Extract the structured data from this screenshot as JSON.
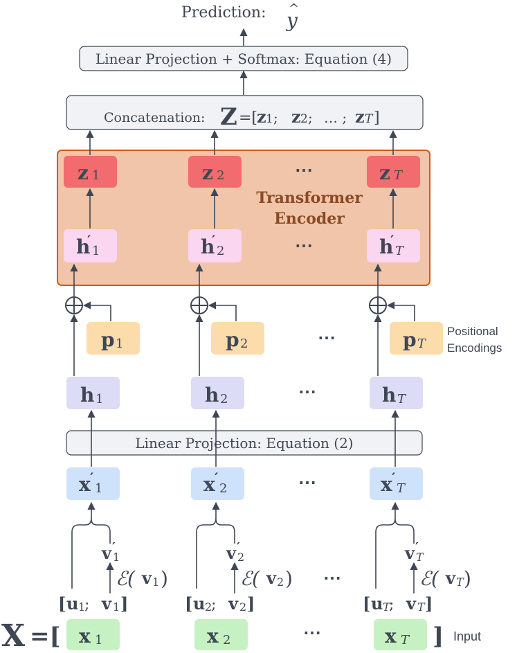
{
  "prediction": {
    "label": "Prediction:",
    "symbol": "y",
    "hat": "^"
  },
  "softmax_box": {
    "label": "Linear Projection + Softmax: Equation (4)"
  },
  "concat_box": {
    "label": "Concatenation:",
    "Z": "Z",
    "eq": "=[",
    "z": "z",
    "sep": ";",
    "ellipsis": "… ;",
    "close": "]",
    "subs": [
      "1",
      "2",
      "T"
    ]
  },
  "transformer": {
    "title_line1": "Transformer",
    "title_line2": "Encoder"
  },
  "z_boxes": [
    {
      "letter": "z",
      "sub": "1"
    },
    {
      "letter": "z",
      "sub": "2"
    },
    {
      "letter": "z",
      "sub": "T"
    }
  ],
  "hp_boxes": [
    {
      "letter": "h",
      "prime": "′",
      "sub": "1"
    },
    {
      "letter": "h",
      "prime": "′",
      "sub": "2"
    },
    {
      "letter": "h",
      "prime": "′",
      "sub": "T"
    }
  ],
  "p_boxes": [
    {
      "letter": "p",
      "sub": "1"
    },
    {
      "letter": "p",
      "sub": "2"
    },
    {
      "letter": "p",
      "sub": "T"
    }
  ],
  "positional_label": {
    "line1": "Positional",
    "line2": "Encodings"
  },
  "h_boxes": [
    {
      "letter": "h",
      "sub": "1"
    },
    {
      "letter": "h",
      "sub": "2"
    },
    {
      "letter": "h",
      "sub": "T"
    }
  ],
  "linear_box": {
    "label": "Linear Projection: Equation (2)"
  },
  "xp_boxes": [
    {
      "letter": "x",
      "prime": "′",
      "sub": "1"
    },
    {
      "letter": "x",
      "prime": "′",
      "sub": "2"
    },
    {
      "letter": "x",
      "prime": "′",
      "sub": "T"
    }
  ],
  "vprime": [
    {
      "letter": "v",
      "prime": "′",
      "sub": "1"
    },
    {
      "letter": "v",
      "prime": "′",
      "sub": "2"
    },
    {
      "letter": "v",
      "prime": "′",
      "sub": "T"
    }
  ],
  "embed": [
    {
      "op": "ℰ(",
      "v": "v",
      "sub": "1",
      "close": ")"
    },
    {
      "op": "ℰ(",
      "v": "v",
      "sub": "2",
      "close": ")"
    },
    {
      "op": "ℰ(",
      "v": "v",
      "sub": "T",
      "close": ")"
    }
  ],
  "uv": [
    {
      "open": "[",
      "u": "u",
      "sep": " ; ",
      "v": "v",
      "sub": "1",
      "close": "]"
    },
    {
      "open": "[",
      "u": "u",
      "sep": " ; ",
      "v": "v",
      "sub": "2",
      "close": "]"
    },
    {
      "open": "[",
      "u": "u",
      "sep": " ; ",
      "v": "v",
      "sub": "T",
      "close": "]"
    }
  ],
  "input_row": {
    "X": "X",
    "eq": "=[",
    "close": "]",
    "label": "Input"
  },
  "x_boxes": [
    {
      "letter": "x",
      "sub": "1"
    },
    {
      "letter": "x",
      "sub": "2"
    },
    {
      "letter": "x",
      "sub": "T"
    }
  ],
  "ellipsis": "⋯",
  "oplus": "⊕",
  "colors": {
    "line": "#3f4654",
    "text": "#3f4654",
    "gray_box": "#f1f2f5",
    "transformer_fill": "#f0c5a9",
    "transformer_border": "#d05a12",
    "transformer_text": "#8a4a24",
    "z_box": "#f26b6e",
    "hprime_box": "#fbd6f0",
    "p_box": "#fcdcaa",
    "h_box": "#dcdcf6",
    "xprime_box": "#cfe2fb",
    "x_box": "#c6f2c3"
  }
}
